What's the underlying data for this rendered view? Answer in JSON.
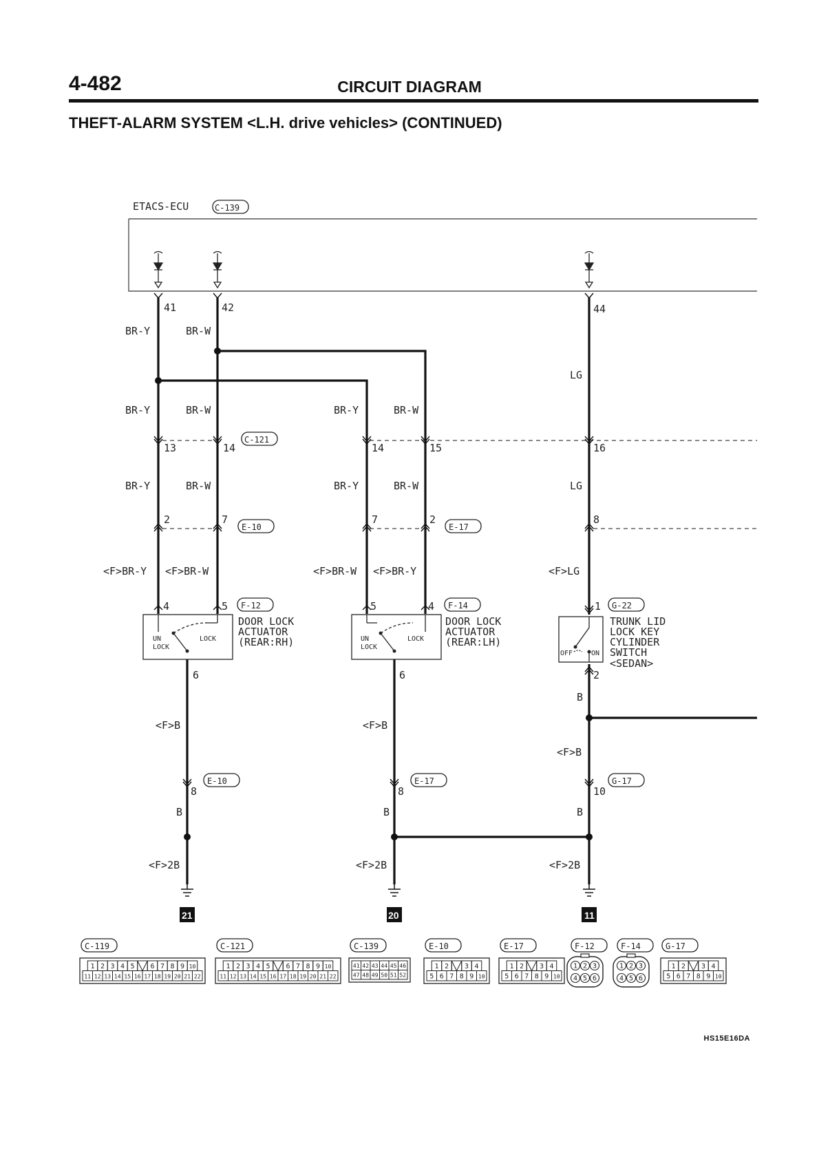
{
  "header": {
    "page_number": "4-482",
    "section_title": "CIRCUIT DIAGRAM",
    "subtitle": "THEFT-ALARM SYSTEM <L.H. drive vehicles> (CONTINUED)"
  },
  "ecu": {
    "name": "ETACS-ECU",
    "connector": "C-139"
  },
  "pins": {
    "p41": "41",
    "p42": "42",
    "p44": "44",
    "c121_13": "13",
    "c121_14": "14",
    "c121_14b": "14",
    "c121_15": "15",
    "c121_16": "16",
    "e10_2": "2",
    "e10_7": "7",
    "e17_7": "7",
    "e17_2": "2",
    "g_8": "8",
    "f12_4": "4",
    "f12_5": "5",
    "f14_5": "5",
    "f14_4": "4",
    "g22_1": "1",
    "f12_6": "6",
    "f14_6": "6",
    "g22_2": "2",
    "e10_8": "8",
    "e17_8": "8",
    "g17_10": "10"
  },
  "wires": {
    "bry": "BR-Y",
    "brw": "BR-W",
    "lg": "LG",
    "f_bry": "<F>BR-Y",
    "f_brw": "<F>BR-W",
    "f_lg": "<F>LG",
    "b": "B",
    "f_b": "<F>B",
    "f_2b": "<F>2B"
  },
  "connectors": {
    "c121": "C-121",
    "e10": "E-10",
    "e17": "E-17",
    "f12": "F-12",
    "f14": "F-14",
    "g22": "G-22",
    "g17": "G-17"
  },
  "components": {
    "actuator_rh": [
      "DOOR LOCK",
      "ACTUATOR",
      "(REAR:RH)"
    ],
    "actuator_lh": [
      "DOOR LOCK",
      "ACTUATOR",
      "(REAR:LH)"
    ],
    "trunk_switch": [
      "TRUNK LID",
      "LOCK KEY",
      "CYLINDER",
      "SWITCH",
      "<SEDAN>"
    ],
    "un": "UN",
    "lock_small": "LOCK",
    "lock": "LOCK",
    "off": "OFF",
    "on": "ON"
  },
  "grounds": [
    "21",
    "20",
    "11"
  ],
  "connector_views": [
    {
      "id": "C-119",
      "rows": [
        [
          "1",
          "2",
          "3",
          "4",
          "5",
          "",
          "6",
          "7",
          "8",
          "9",
          "10"
        ],
        [
          "11",
          "12",
          "13",
          "14",
          "15",
          "16",
          "17",
          "18",
          "19",
          "20",
          "21",
          "22"
        ]
      ]
    },
    {
      "id": "C-121",
      "rows": [
        [
          "1",
          "2",
          "3",
          "4",
          "5",
          "",
          "6",
          "7",
          "8",
          "9",
          "10"
        ],
        [
          "11",
          "12",
          "13",
          "14",
          "15",
          "16",
          "17",
          "18",
          "19",
          "20",
          "21",
          "22"
        ]
      ]
    },
    {
      "id": "C-139",
      "rows": [
        [
          "41",
          "42",
          "43",
          "44",
          "45",
          "46"
        ],
        [
          "47",
          "48",
          "49",
          "50",
          "51",
          "52"
        ]
      ]
    },
    {
      "id": "E-10",
      "rows": [
        [
          "1",
          "2",
          "",
          "3",
          "4"
        ],
        [
          "5",
          "6",
          "7",
          "8",
          "9",
          "10"
        ]
      ]
    },
    {
      "id": "E-17",
      "rows": [
        [
          "1",
          "2",
          "",
          "3",
          "4"
        ],
        [
          "5",
          "6",
          "7",
          "8",
          "9",
          "10"
        ]
      ]
    },
    {
      "id": "F-12",
      "rows": [
        [
          "1",
          "2",
          "3"
        ],
        [
          "4",
          "5",
          "6"
        ]
      ]
    },
    {
      "id": "F-14",
      "rows": [
        [
          "1",
          "2",
          "3"
        ],
        [
          "4",
          "5",
          "6"
        ]
      ]
    },
    {
      "id": "G-17",
      "rows": [
        [
          "1",
          "2",
          "",
          "3",
          "4"
        ],
        [
          "5",
          "6",
          "7",
          "8",
          "9",
          "10"
        ]
      ]
    }
  ],
  "reference_code": "HS15E16DA"
}
